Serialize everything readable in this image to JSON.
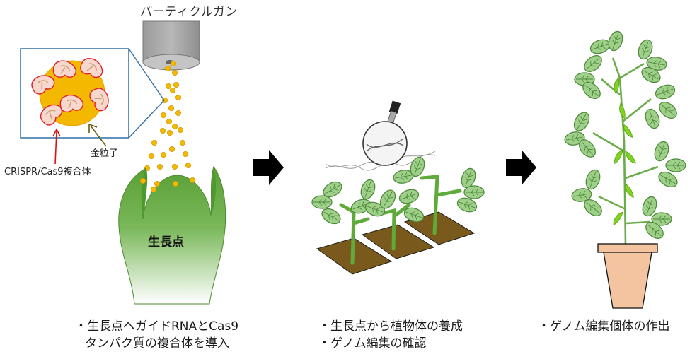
{
  "title": "CRISPR/Cas9 genome editing workflow via particle gun",
  "labels": {
    "particle_gun": "パーティクルガン",
    "gold_particle": "金粒子",
    "crispr_complex": "CRISPR/Cas9複合体",
    "meristem": "生長点"
  },
  "steps": [
    {
      "lines": [
        "・生長点へガイドRNAとCas9",
        "タンパク質の複合体を導入"
      ]
    },
    {
      "lines": [
        "・生長点から植物体の養成",
        "・ゲノム編集の確認"
      ]
    },
    {
      "lines": [
        "・ゲノム編集個体の作出"
      ]
    }
  ],
  "arrows": [
    {
      "icon": "right-arrow-icon",
      "from_step": 1,
      "to_step": 2
    },
    {
      "icon": "right-arrow-icon",
      "from_step": 2,
      "to_step": 3
    }
  ],
  "colors": {
    "gold": "#f5b800",
    "gold_outline": "#d49a00",
    "protein_fill": "#f8d8cc",
    "protein_outline": "#e0202a",
    "inset_border": "#2e6ea8",
    "meristem_green": "#5da63a",
    "leaf_fill": "#9fd08a",
    "leaf_outline": "#4e8a3a",
    "soil": "#7a5a1c",
    "pot": "#f4c3a0",
    "gun_gray": "#a8a8a8",
    "arrow": "#000000",
    "red_arrow": "#e01010",
    "olive_arrow": "#6b5a1a"
  }
}
